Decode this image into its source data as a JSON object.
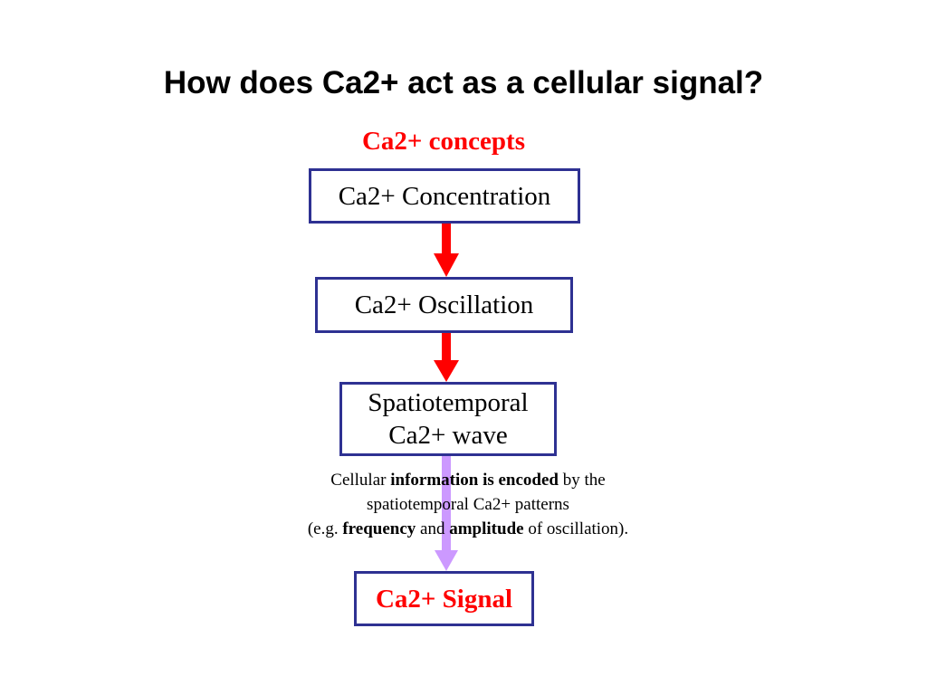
{
  "title": "How does Ca2+ act as a cellular signal?",
  "subtitle": "Ca2+ concepts",
  "nodes": {
    "concentration": "Ca2+ Concentration",
    "oscillation": "Ca2+ Oscillation",
    "wave_line1": "Spatiotemporal",
    "wave_line2": "Ca2+ wave",
    "signal": "Ca2+ Signal"
  },
  "note": {
    "l1_a": "Cellular ",
    "l1_b": "information is encoded",
    "l1_c": " by the",
    "l2": "spatiotemporal Ca2+ patterns",
    "l3_a": "(e.g. ",
    "l3_b": "frequency",
    "l3_c": " and ",
    "l3_d": "amplitude",
    "l3_e": " of oscillation)."
  },
  "colors": {
    "box_border": "#2e3192",
    "arrow_red": "#ff0000",
    "arrow_purple": "#cc99ff",
    "subtitle": "#ff0000"
  }
}
